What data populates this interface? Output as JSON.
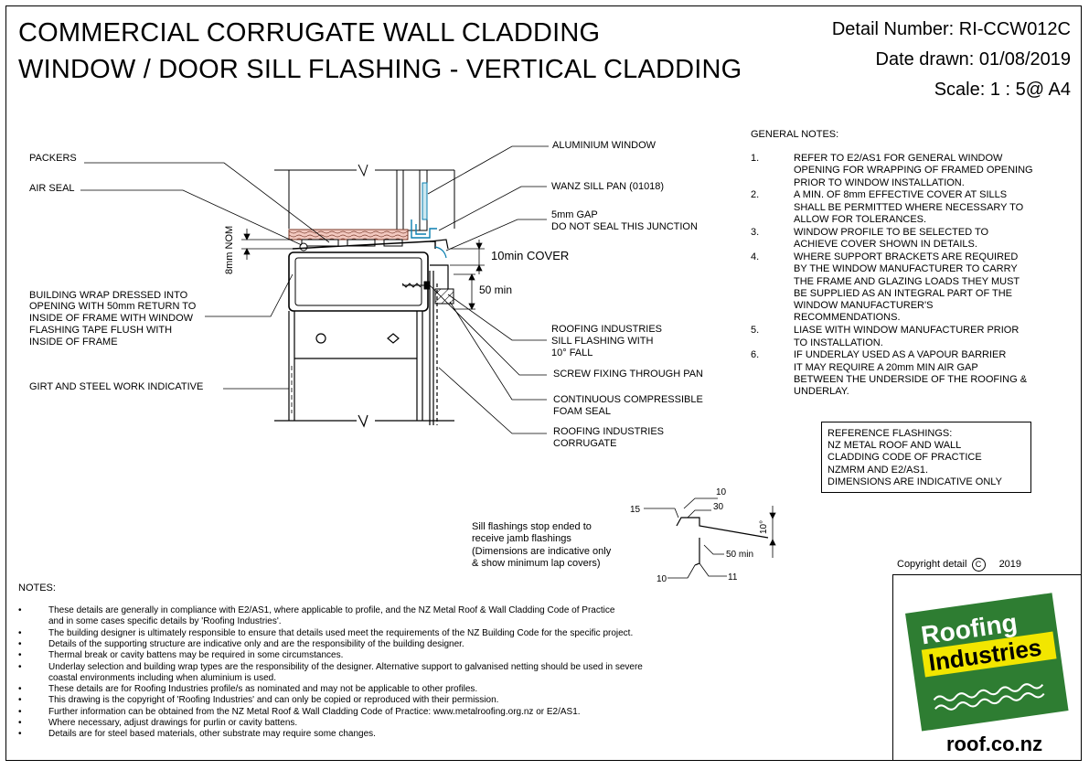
{
  "header": {
    "title_line1": "COMMERCIAL CORRUGATE WALL CLADDING",
    "title_line2": "WINDOW / DOOR SILL FLASHING - VERTICAL CLADDING",
    "detail_number": "Detail Number:  RI-CCW012C",
    "date_drawn": "Date drawn:  01/08/2019",
    "scale": "Scale:   1 : 5@ A4"
  },
  "diagram_labels": {
    "packers": "PACKERS",
    "air_seal": "AIR SEAL",
    "aluminium_window": "ALUMINIUM WINDOW",
    "wanz_sill_pan": "WANZ SILL PAN (01018)",
    "gap_line1": "5mm GAP",
    "gap_line2": "DO NOT SEAL THIS JUNCTION",
    "nom_8mm": "8mm NOM",
    "cover_10min": "10min COVER",
    "min_50": "50 min",
    "building_wrap_1": "BUILDING WRAP DRESSED INTO",
    "building_wrap_2": "OPENING WITH 50mm RETURN TO",
    "building_wrap_3": "INSIDE OF FRAME WITH WINDOW",
    "building_wrap_4": "FLASHING TAPE FLUSH WITH",
    "building_wrap_5": "INSIDE OF FRAME",
    "sill_flashing_1": "ROOFING INDUSTRIES",
    "sill_flashing_2": "SILL FLASHING WITH",
    "sill_flashing_3": "10° FALL",
    "screw_fixing": "SCREW FIXING THROUGH PAN",
    "girt": "GIRT AND STEEL WORK INDICATIVE",
    "foam_1": "CONTINUOUS COMPRESSIBLE",
    "foam_2": "FOAM SEAL",
    "corrugate_1": "ROOFING INDUSTRIES",
    "corrugate_2": "CORRUGATE"
  },
  "profile": {
    "d10_top": "10",
    "d30": "30",
    "d15": "15",
    "d10_deg": "10°",
    "d50min": "50 min",
    "d10_bottom": "10",
    "d11": "11",
    "note_1": "Sill flashings stop ended to",
    "note_2": "receive jamb flashings",
    "note_3": "(Dimensions are indicative only",
    "note_4": "& show minimum lap covers)"
  },
  "general_notes": {
    "title": "GENERAL NOTES:",
    "items": [
      {
        "num": "1.",
        "lines": [
          "REFER TO E2/AS1 FOR GENERAL WINDOW",
          "OPENING FOR WRAPPING OF FRAMED OPENING",
          "PRIOR TO WINDOW INSTALLATION."
        ]
      },
      {
        "num": "2.",
        "lines": [
          "A MIN. OF 8mm EFFECTIVE COVER AT SILLS",
          "SHALL BE PERMITTED WHERE NECESSARY TO",
          "ALLOW FOR TOLERANCES."
        ]
      },
      {
        "num": "3.",
        "lines": [
          "WINDOW PROFILE TO BE SELECTED TO",
          "ACHIEVE COVER SHOWN IN DETAILS."
        ]
      },
      {
        "num": "4.",
        "lines": [
          "WHERE SUPPORT BRACKETS ARE REQUIRED",
          "BY THE WINDOW MANUFACTURER TO CARRY",
          "THE FRAME AND GLAZING LOADS THEY MUST",
          "BE SUPPLIED AS AN INTEGRAL PART OF THE",
          "WINDOW MANUFACTURER'S",
          "RECOMMENDATIONS."
        ]
      },
      {
        "num": "5.",
        "lines": [
          "LIASE WITH WINDOW MANUFACTURER PRIOR",
          "TO INSTALLATION."
        ]
      },
      {
        "num": "6.",
        "lines": [
          "IF UNDERLAY USED AS A VAPOUR BARRIER",
          "IT MAY REQUIRE A 20mm MIN AIR GAP",
          "BETWEEN THE UNDERSIDE OF THE ROOFING &",
          "UNDERLAY."
        ]
      }
    ]
  },
  "reference": {
    "lines": [
      "REFERENCE FLASHINGS:",
      "NZ METAL ROOF AND WALL",
      "CLADDING CODE OF PRACTICE",
      "NZMRM AND E2/AS1.",
      "DIMENSIONS ARE INDICATIVE ONLY"
    ]
  },
  "copyright": {
    "text": "Copyright detail",
    "symbol": "C",
    "year": "2019"
  },
  "notes": {
    "title": "NOTES:",
    "bullet": "•",
    "items": [
      "These details are generally in compliance with E2/AS1, where applicable to profile, and the NZ Metal Roof & Wall Cladding Code of Practice",
      "and in some cases specific details by 'Roofing Industries'.",
      "The building designer is ultimately responsible to ensure that details used meet the requirements of the NZ Building Code for the specific project.",
      "Details of the supporting structure are indicative only and are the responsibility of the building designer.",
      "Thermal break or cavity battens may be required in some circumstances.",
      "Underlay selection and building wrap types are the responsibility of the designer. Alternative support to galvanised netting should be used in severe",
      "coastal environments including when aluminium is used.",
      "These details are for Roofing Industries profile/s as nominated and may not be applicable to other profiles.",
      "This drawing is the copyright of 'Roofing Industries' and can only be copied or reproduced with their permission.",
      "Further information can be obtained from the NZ Metal Roof & Wall Cladding Code of Practice: www.metalroofing.org.nz or E2/AS1.",
      "Where necessary, adjust drawings for purlin or cavity battens.",
      "Details are for steel based materials, other substrate may require some changes."
    ],
    "bullet_rows": [
      0,
      2,
      3,
      4,
      5,
      7,
      8,
      9,
      10,
      11
    ]
  },
  "logo": {
    "word1": "Roofing",
    "word2": "Industries",
    "url": "roof.co.nz",
    "green": "#2e7d32",
    "yellow": "#f2e600"
  }
}
